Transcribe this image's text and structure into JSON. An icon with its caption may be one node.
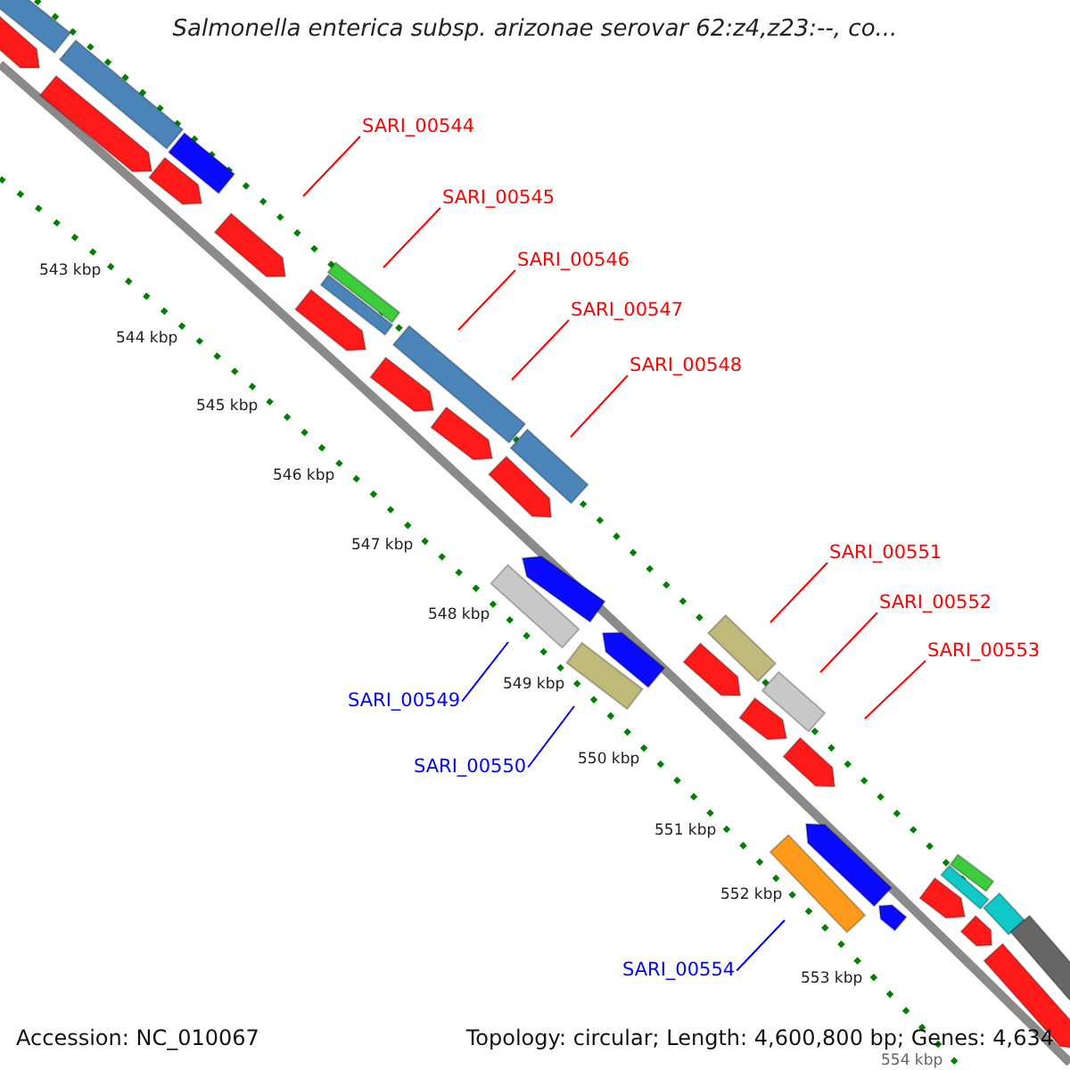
{
  "diagram": {
    "title": "Salmonella enterica subsp. arizonae serovar 62:z4,z23:--, co...",
    "nodes": [
      {
        "text": [
          "SARI_00544"
        ]
      },
      {
        "text": [
          "SARI_00545"
        ]
      },
      {
        "text": [
          "SARI_00546"
        ]
      },
      {
        "text": [
          "SARI_00547"
        ]
      },
      {
        "text": [
          "SARI_00548"
        ]
      },
      {
        "text": [
          "SARI_00551"
        ]
      },
      {
        "text": [
          "SARI_00552"
        ]
      },
      {
        "text": [
          "SARI_00553"
        ]
      },
      {
        "text": [
          "SARI_00549"
        ]
      },
      {
        "text": [
          "SARI_00550"
        ]
      },
      {
        "text": [
          "SARI_00554"
        ]
      }
    ],
    "edges": [
      {
        "from": 0,
        "to": null,
        "arrow": "none"
      },
      {
        "from": 1,
        "to": null,
        "arrow": "none"
      },
      {
        "from": 2,
        "to": null,
        "arrow": "none"
      },
      {
        "from": 3,
        "to": null,
        "arrow": "none"
      },
      {
        "from": 4,
        "to": null,
        "arrow": "none"
      },
      {
        "from": 5,
        "to": null,
        "arrow": "none"
      },
      {
        "from": 6,
        "to": null,
        "arrow": "none"
      },
      {
        "from": 7,
        "to": null,
        "arrow": "none"
      },
      {
        "from": 8,
        "to": null,
        "arrow": "none",
        "color": "#0000ff"
      },
      {
        "from": 9,
        "to": null,
        "arrow": "none",
        "color": "#0000ff"
      },
      {
        "from": 10,
        "to": null,
        "arrow": "none",
        "color": "#0000ff"
      }
    ],
    "labels": [
      "543 kbp",
      "544 kbp",
      "545 kbp",
      "546 kbp",
      "547 kbp",
      "548 kbp",
      "549 kbp",
      "550 kbp",
      "551 kbp",
      "552 kbp",
      "553 kbp",
      "554 kbp",
      "Accession: NC_010067",
      "Topology: circular; Length: 4,600,800 bp; Genes: 4,634"
    ]
  }
}
